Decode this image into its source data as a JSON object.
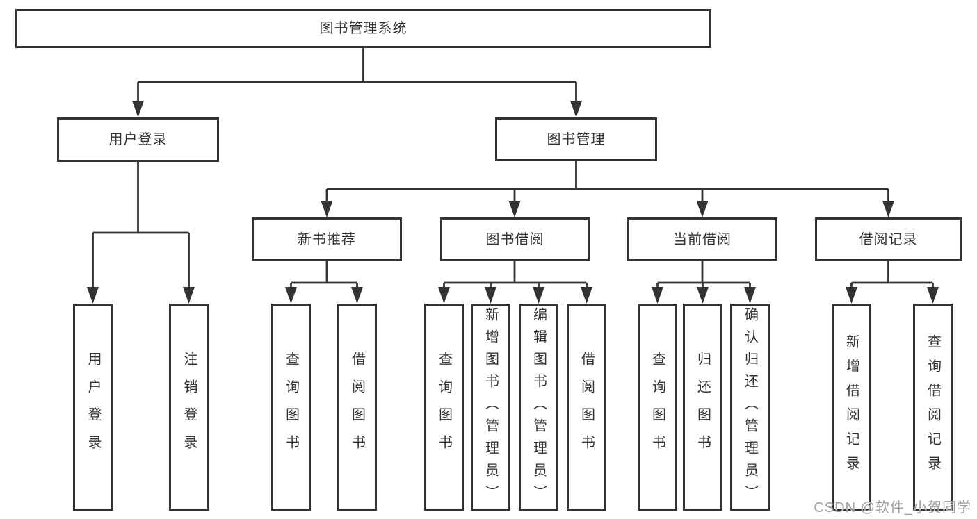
{
  "diagram": {
    "title": "图书管理系统",
    "branches": [
      {
        "label": "用户登录",
        "children": [
          "用户登录",
          "注销登录"
        ]
      },
      {
        "label": "图书管理",
        "groups": [
          {
            "label": "新书推荐",
            "children": [
              "查询图书",
              "借阅图书"
            ]
          },
          {
            "label": "图书借阅",
            "children": [
              "查询图书",
              "新增图书（管理员）",
              "编辑图书（管理员）",
              "借阅图书"
            ]
          },
          {
            "label": "当前借阅",
            "children": [
              "查询图书",
              "归还图书",
              "确认归还（管理员）"
            ]
          },
          {
            "label": "借阅记录",
            "children": [
              "新增借阅记录",
              "查询借阅记录"
            ]
          }
        ]
      }
    ]
  },
  "watermark": "CSDN @软件_小贺同学",
  "colors": {
    "line": "#333333",
    "text": "#333333",
    "watermark": "#9e9e9e",
    "background": "#ffffff"
  }
}
